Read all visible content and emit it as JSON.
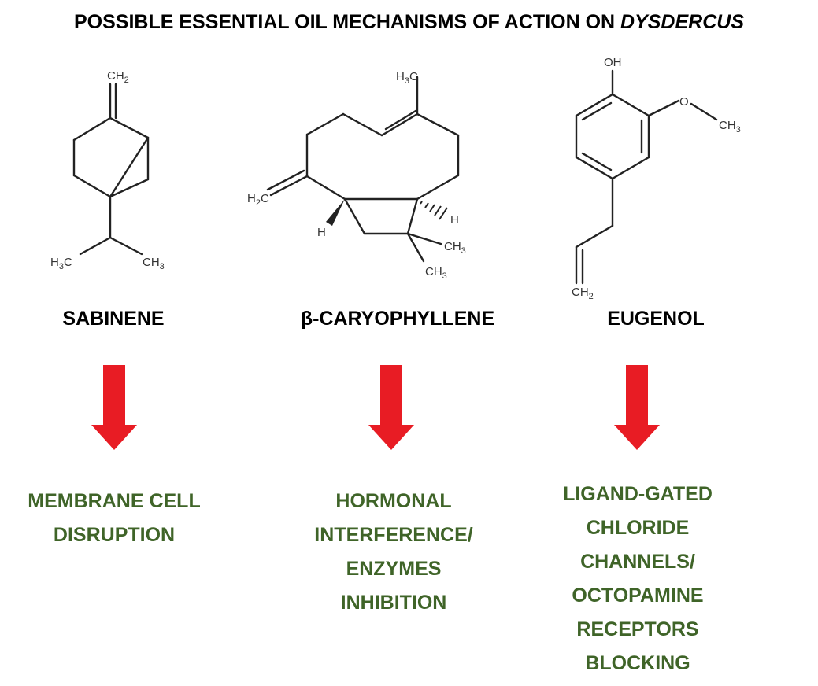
{
  "title": {
    "prefix": "POSSIBLE ESSENTIAL OIL MECHANISMS OF ACTION ON ",
    "emphasis": "DYSDERCUS"
  },
  "compounds": [
    {
      "name": "SABINENE",
      "atoms": {
        "ch2": "CH",
        "ch2_sub": "2",
        "h3c_left": "H",
        "h3c_left_sub": "3",
        "h3c_left_c": "C",
        "ch3_right": "CH",
        "ch3_right_sub": "3"
      },
      "mechanism": [
        "MEMBRANE CELL",
        "DISRUPTION"
      ]
    },
    {
      "name": "β-CARYOPHYLLENE",
      "atoms": {
        "h3c_top": "H",
        "h3c_top_sub": "3",
        "h3c_top_c": "C",
        "h2c": "H",
        "h2c_sub": "2",
        "h2c_c": "C",
        "h_left": "H",
        "h_right": "H",
        "ch3_a": "CH",
        "ch3_a_sub": "3",
        "ch3_b": "CH",
        "ch3_b_sub": "3"
      },
      "mechanism": [
        "HORMONAL",
        "INTERFERENCE/",
        "ENZYMES",
        "INHIBITION"
      ]
    },
    {
      "name": "EUGENOL",
      "atoms": {
        "oh": "OH",
        "o": "O",
        "ch3": "CH",
        "ch3_sub": "3",
        "ch2": "CH",
        "ch2_sub": "2"
      },
      "mechanism": [
        "LIGAND-GATED",
        "CHLORIDE",
        "CHANNELS/",
        "OCTOPAMINE",
        "RECEPTORS",
        "BLOCKING"
      ]
    }
  ],
  "colors": {
    "arrow": "#e81c24",
    "mechanism_text": "#3f6428",
    "bond": "#222222"
  },
  "icons": {
    "arrow": "down-arrow-icon"
  }
}
